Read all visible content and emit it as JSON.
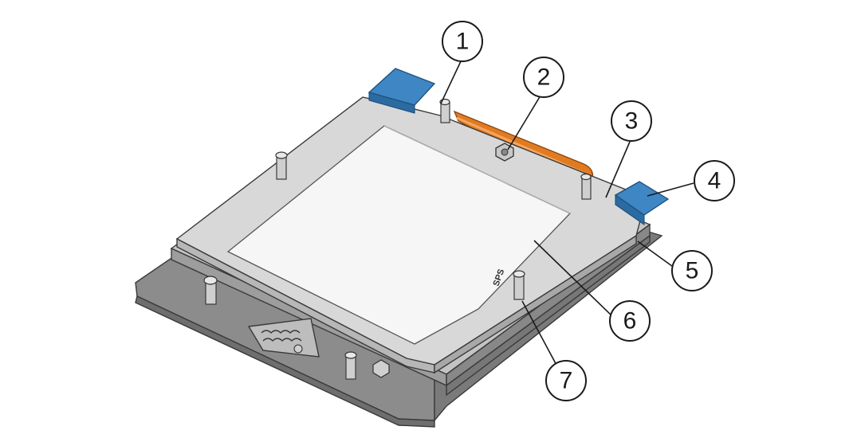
{
  "figure": {
    "engraved_mark": "SPS",
    "colors": {
      "tab": "#3e86c4",
      "heat_pipe": "#e07b20",
      "frame": "#d6d6d6",
      "base_plate": "#8f8f8f",
      "window": "#f7f7f7"
    }
  },
  "callouts": [
    {
      "label": "1"
    },
    {
      "label": "2"
    },
    {
      "label": "3"
    },
    {
      "label": "4"
    },
    {
      "label": "5"
    },
    {
      "label": "6"
    },
    {
      "label": "7"
    }
  ]
}
